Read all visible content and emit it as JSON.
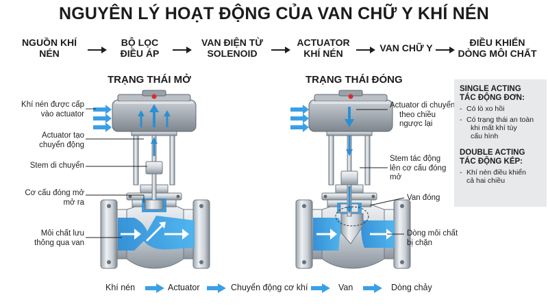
{
  "title": "NGUYÊN LÝ HOẠT ĐỘNG CỦA VAN CHỮ Y KHÍ NÉN",
  "flow": [
    {
      "line1": "NGUỒN KHÍ",
      "line2": "NÉN"
    },
    {
      "line1": "BỘ LỌC",
      "line2": "ĐIỀU ÁP"
    },
    {
      "line1": "VAN ĐIỆN TỪ",
      "line2": "SOLENOID"
    },
    {
      "line1": "ACTUATOR",
      "line2": "KHÍ NÉN"
    },
    {
      "line1": "VAN CHỮ Y",
      "line2": ""
    },
    {
      "line1": "ĐIỀU KHIỂN",
      "line2": "DÒNG MÔI CHẤT"
    }
  ],
  "open_state": {
    "title": "TRẠNG THÁI MỞ",
    "labels": [
      {
        "line1": "Khí nén được cấp",
        "line2": "vào actuator"
      },
      {
        "line1": "Actuator tạo",
        "line2": "chuyển động"
      },
      {
        "line1": "Stem di chuyển",
        "line2": ""
      },
      {
        "line1": "Cơ cấu đóng mở",
        "line2": "mở ra"
      },
      {
        "line1": "Môi chất lưu",
        "line2": "thông qua van"
      }
    ]
  },
  "closed_state": {
    "title": "TRẠNG THÁI ĐÓNG",
    "labels": [
      {
        "line1": "Actuator di chuyển",
        "line2": "theo chiều",
        "line3": "ngược lại"
      },
      {
        "line1": "Stem tác động",
        "line2": "lên cơ cấu đóng",
        "line3": "mở"
      },
      {
        "line1": "Van đóng",
        "line2": "",
        "line3": ""
      },
      {
        "line1": "Dòng môi chất",
        "line2": "bị chặn",
        "line3": ""
      }
    ]
  },
  "panel": {
    "single_title1": "SINGLE ACTING",
    "single_title2": "TÁC ĐỘNG ĐƠN:",
    "single_items": [
      {
        "line1": "Có lò xo hồi",
        "line2": "",
        "line3": ""
      },
      {
        "line1": "Có trạng thái an toàn",
        "line2": "khi mất khí tùy",
        "line3": "cấu hình"
      }
    ],
    "double_title1": "DOUBLE ACTING",
    "double_title2": "TÁC ĐỘNG KÉP:",
    "double_items": [
      {
        "line1": "Khí nén điều khiển",
        "line2": "cả hai chiều"
      }
    ]
  },
  "bottom_flow": [
    "Khí nén",
    "Actuator",
    "Chuyển động cơ khí",
    "Van",
    "Dòng chảy"
  ],
  "colors": {
    "arrow_blue": "#2b8fd4",
    "flow_blue": "#36a2e6",
    "text_dark": "#1b1b1b",
    "panel_bg": "#e7e9eb",
    "metal_light": "#e8ebee",
    "metal_dark": "#8a939c"
  }
}
